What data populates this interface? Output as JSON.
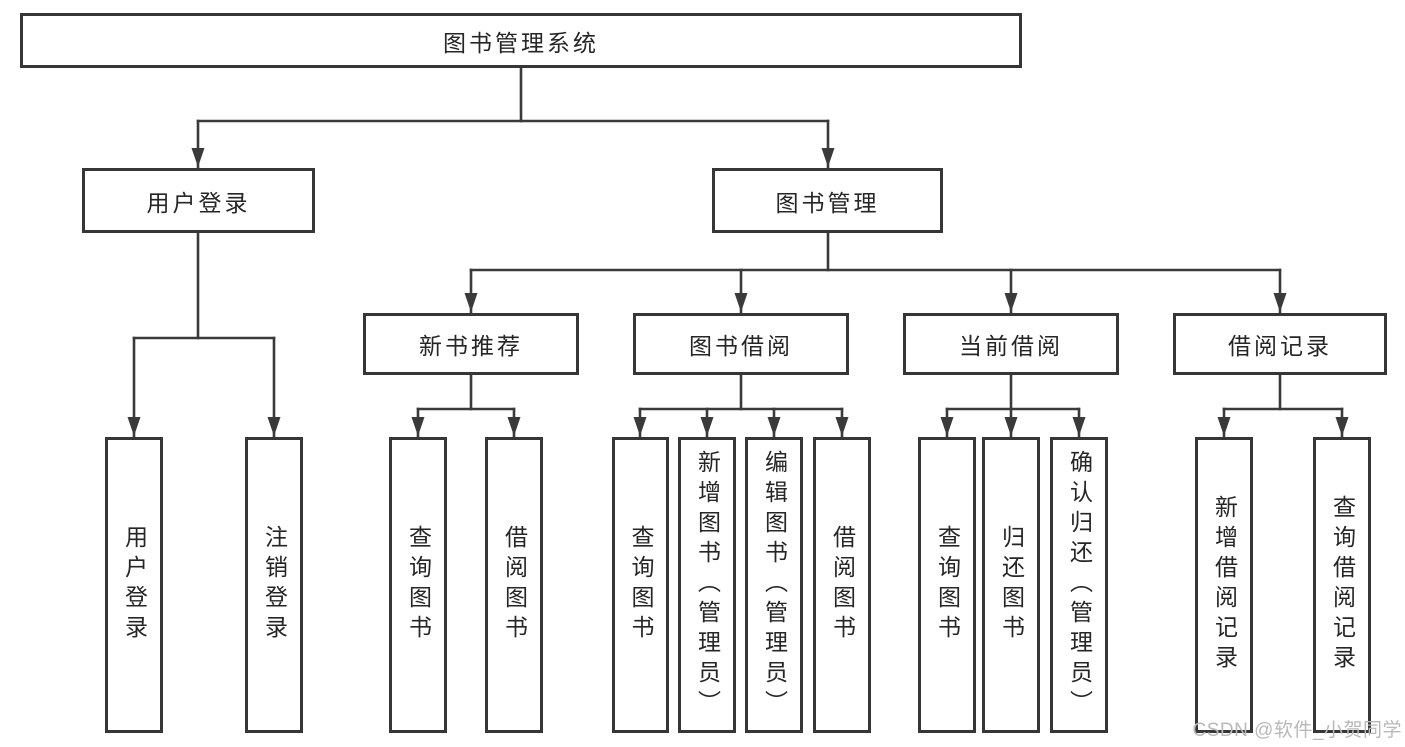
{
  "tree": {
    "root": "图书管理系统",
    "level2": {
      "user": "用户登录",
      "management": "图书管理"
    },
    "level3": {
      "recommend": "新书推荐",
      "borrow": "图书借阅",
      "current": "当前借阅",
      "records": "借阅记录"
    },
    "leaves": {
      "user": [
        "用户登录",
        "注销登录"
      ],
      "recommend": [
        "查询图书",
        "借阅图书"
      ],
      "borrow": [
        "查询图书",
        "新增图书（管理员）",
        "编辑图书（管理员）",
        "借阅图书"
      ],
      "current": [
        "查询图书",
        "归还图书",
        "确认归还（管理员）"
      ],
      "records": [
        "新增借阅记录",
        "查询借阅记录"
      ]
    }
  },
  "watermark": "CSDN @软件_小贺同学",
  "colors": {
    "line": "#3a3a3a",
    "box_border": "#363636",
    "text": "#262626",
    "watermark": "#b9b9b9",
    "background": "#ffffff"
  }
}
